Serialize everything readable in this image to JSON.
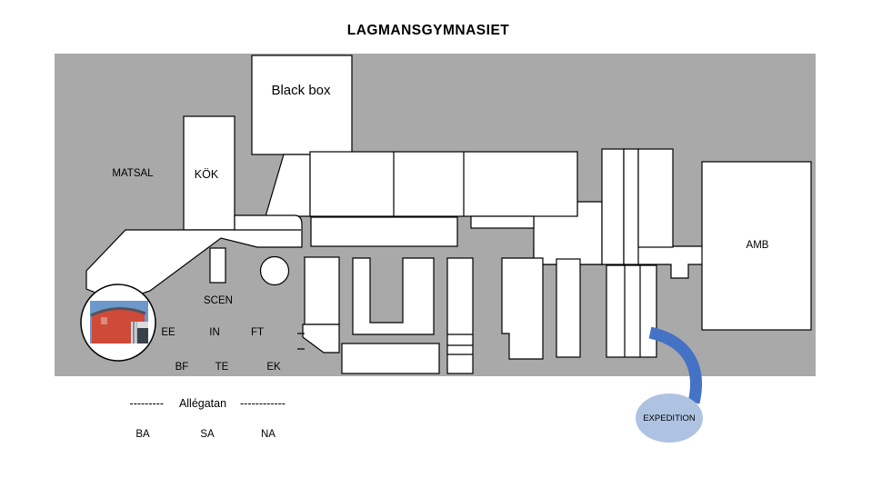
{
  "title": "LAGMANSGYMNASIET",
  "rooms": {
    "black_box": "Black box",
    "kok": "KÖK",
    "matsal": "MATSAL",
    "amb": "AMB",
    "scen": "SCEN"
  },
  "programs": {
    "ee": "EE",
    "in": "IN",
    "ft": "FT",
    "bf": "BF",
    "te": "TE",
    "ek": "EK",
    "ba": "BA",
    "sa": "SA",
    "na": "NA"
  },
  "street": {
    "left_dashes": "---------",
    "name": "Allégatan",
    "right_dashes": "------------"
  },
  "expedition": {
    "label": "EXPEDITION"
  },
  "colors": {
    "map_bg": "#a9a9a9",
    "room_fill": "#ffffff",
    "outline": "#000000",
    "arrow_blue": "#4472c4",
    "expedition_fill": "#aec3e2",
    "photo_sky": "#6c98cc",
    "photo_red": "#cf4a38"
  }
}
